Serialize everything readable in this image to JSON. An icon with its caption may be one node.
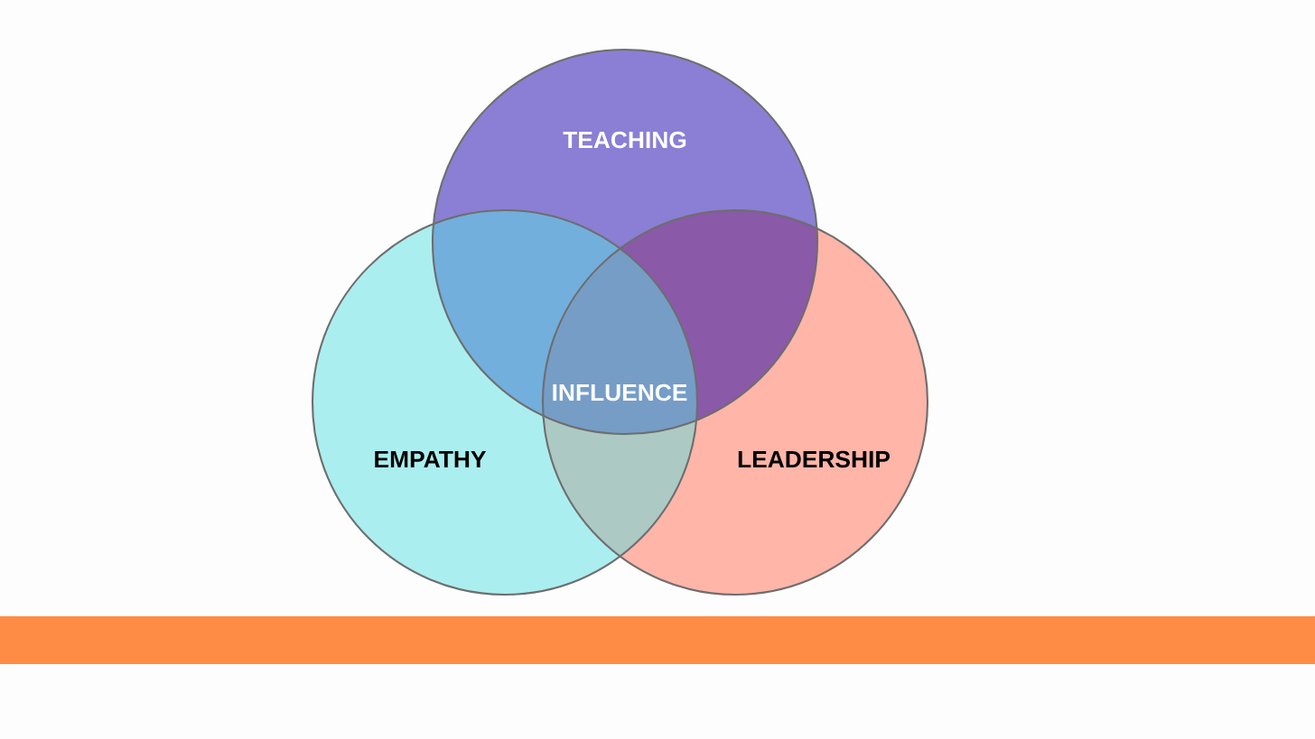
{
  "diagram": {
    "nodes": [
      {
        "text": [
          "TEACHING"
        ]
      },
      {
        "text": [
          "EMPATHY"
        ]
      },
      {
        "text": [
          "LEADERSHIP"
        ]
      }
    ],
    "labels": [
      "INFLUENCE"
    ]
  }
}
